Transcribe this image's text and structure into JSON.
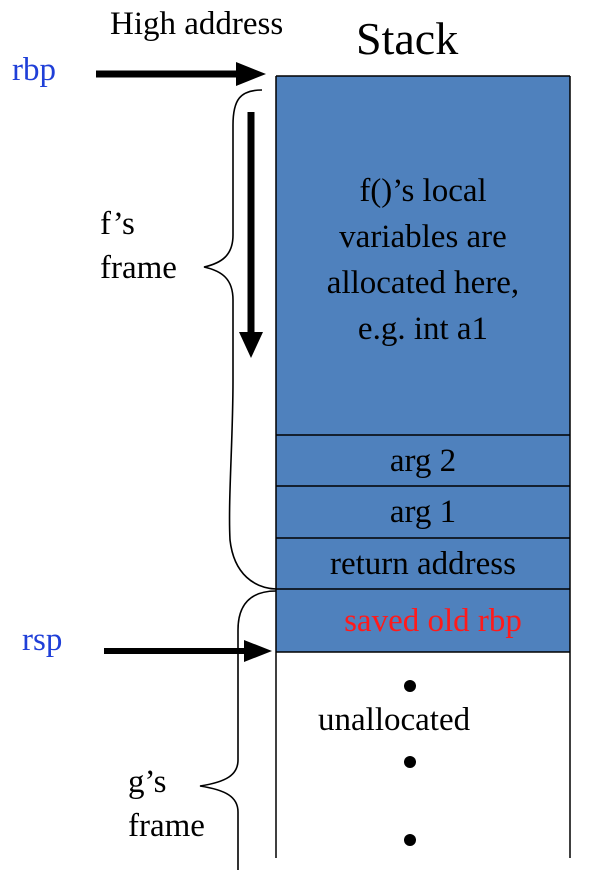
{
  "title": "Stack",
  "high_address_label": "High address",
  "registers": {
    "rbp": "rbp",
    "rsp": "rsp"
  },
  "frames": {
    "f": [
      "f’s",
      "frame"
    ],
    "g": [
      "g’s",
      "frame"
    ]
  },
  "stack": {
    "locals": [
      "f()’s local",
      "variables are",
      "allocated here,",
      "e.g. int a1"
    ],
    "arg2": "arg 2",
    "arg1": "arg 1",
    "return_address": "return address",
    "saved_rbp": "saved old rbp",
    "unallocated": "unallocated"
  },
  "colors": {
    "stack_fill": "#4f81bd",
    "register_label": "#1f3fd8",
    "saved_rbp_text": "#ff1a1a",
    "border": "#000000"
  }
}
